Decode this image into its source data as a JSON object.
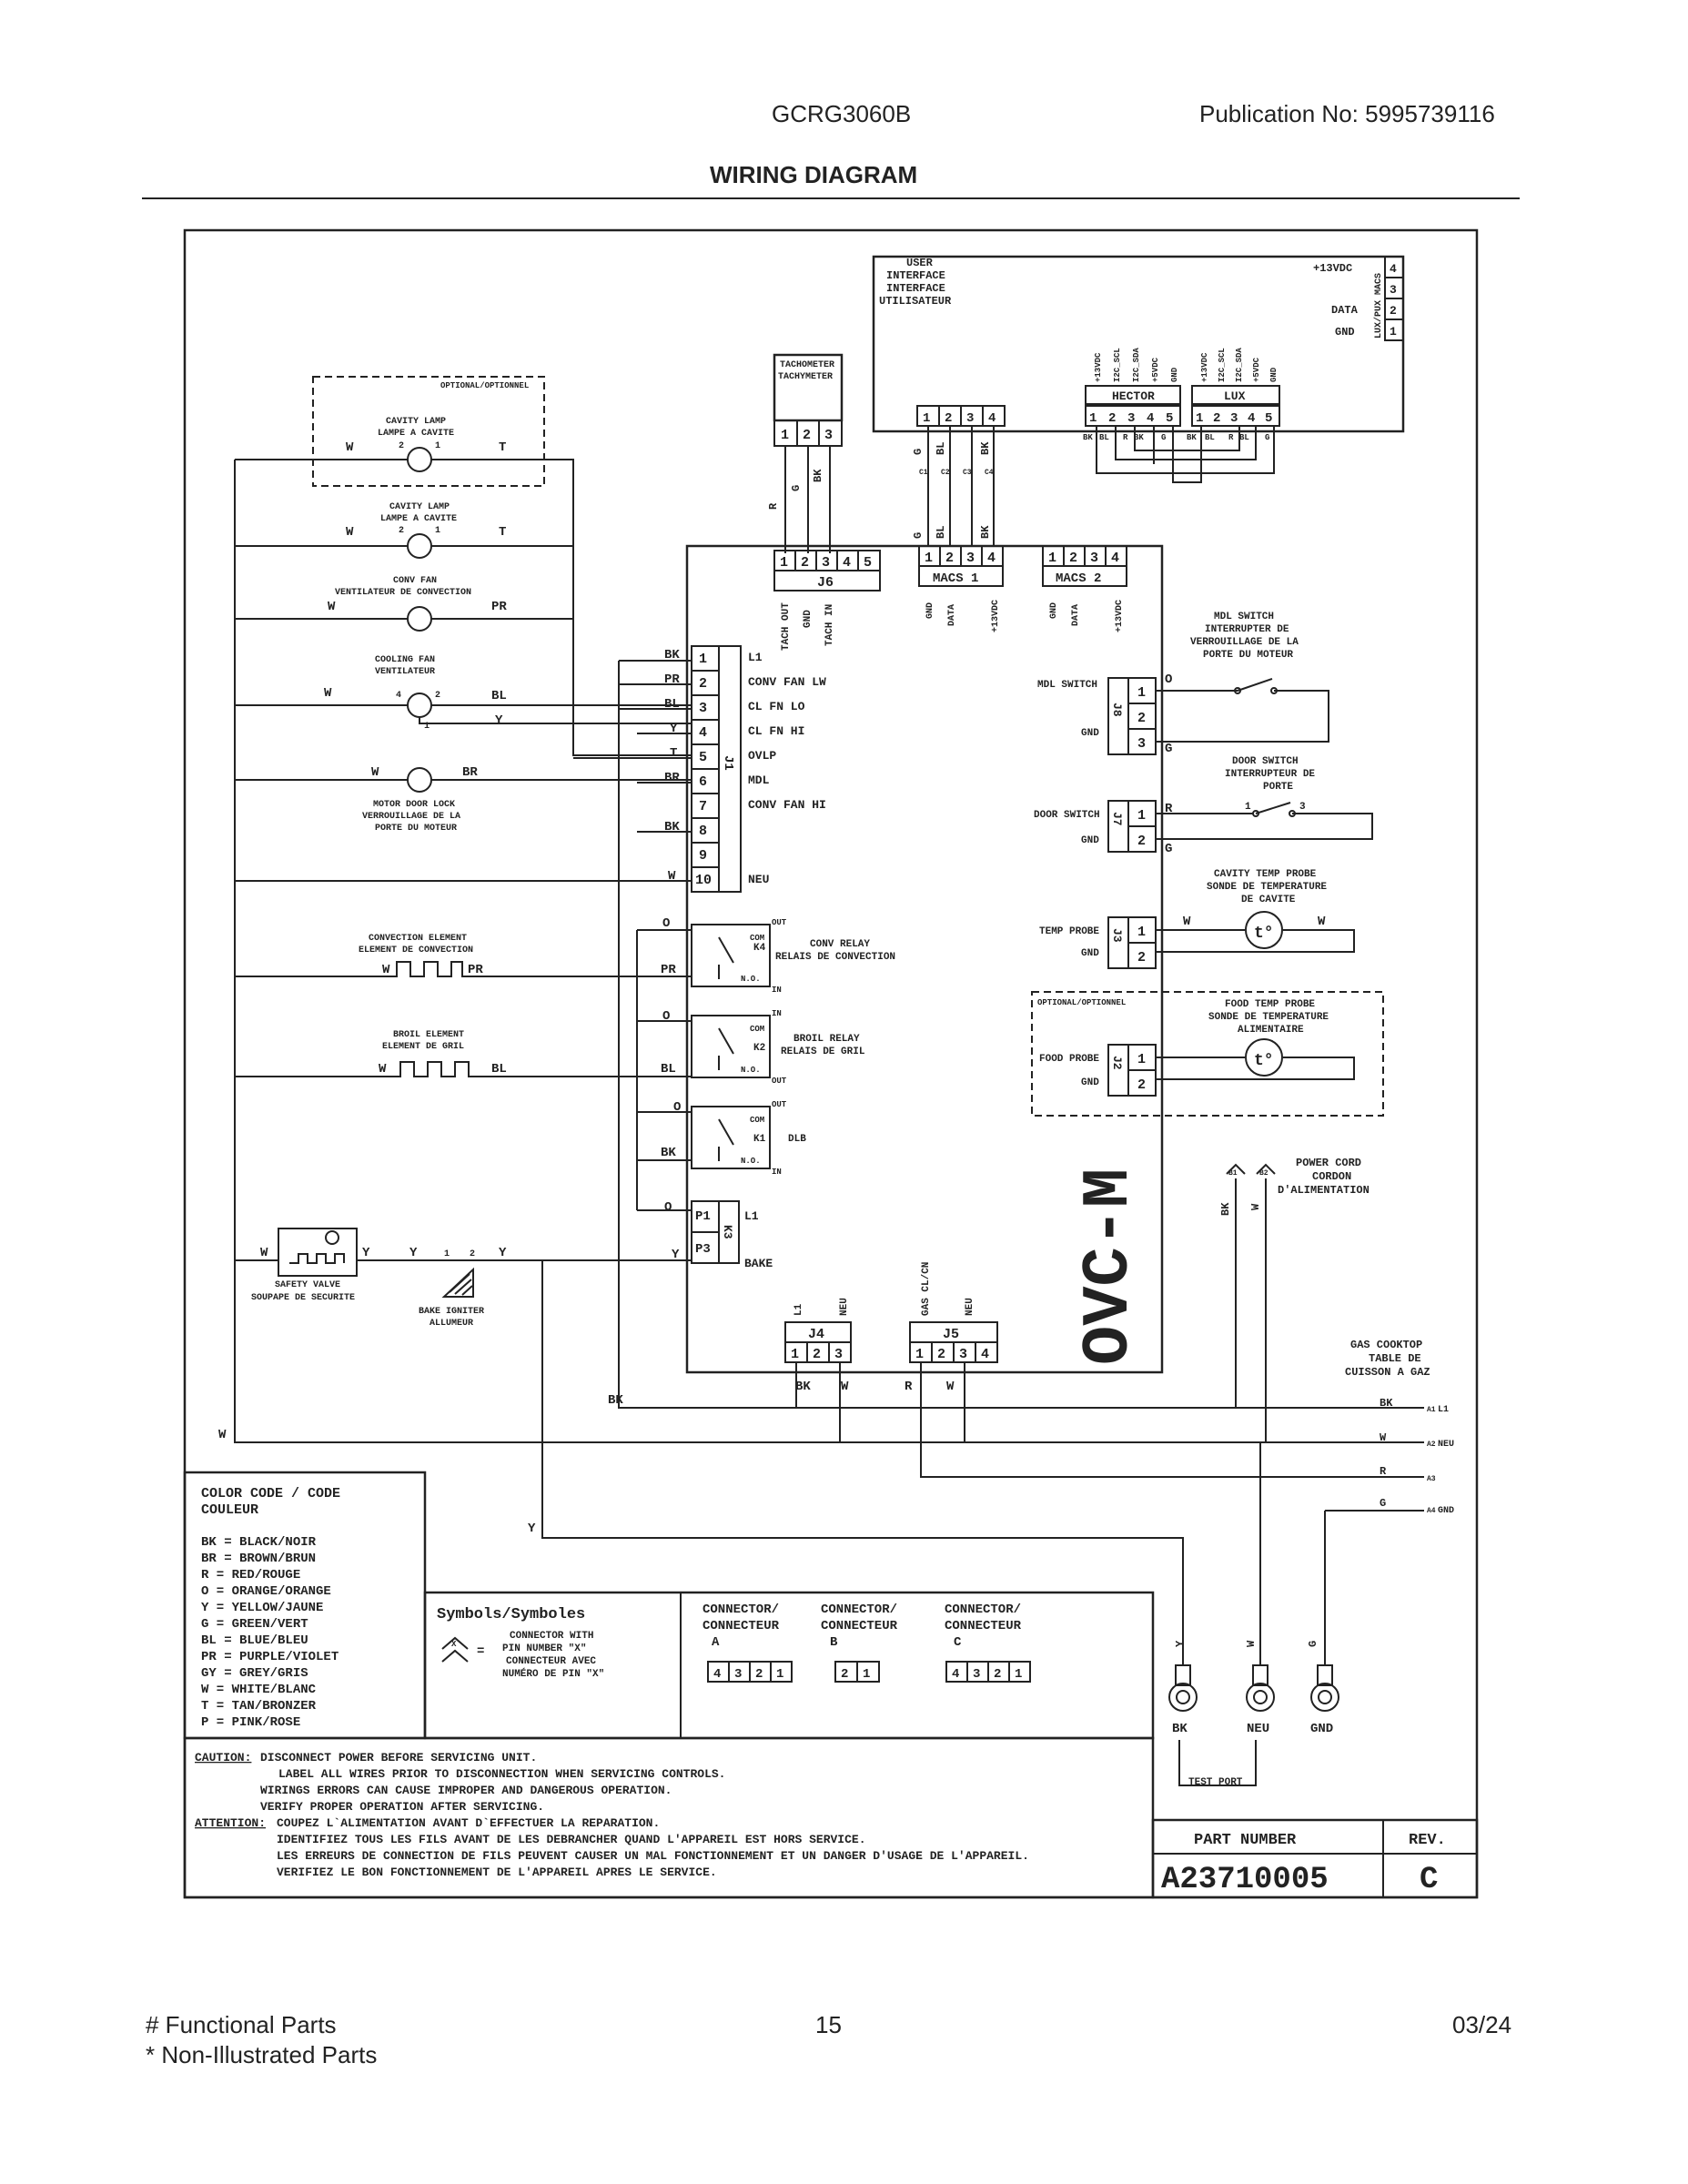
{
  "header": {
    "model": "GCRG3060B",
    "publication_label": "Publication No:",
    "publication_number": "5995739116",
    "title": "WIRING DIAGRAM"
  },
  "footer": {
    "functional_parts": "# Functional Parts",
    "non_illustrated": "* Non-Illustrated Parts",
    "page": "15",
    "date": "03/24"
  },
  "ui_board": {
    "line1": "USER",
    "line2": "INTERFACE",
    "line3": "INTERFACE",
    "line4": "UTILISATEUR",
    "v13": "+13VDC",
    "data": "DATA",
    "gnd": "GND",
    "lux_macs": "LUX/PUX MACS",
    "pins4": [
      "1",
      "2",
      "3",
      "4"
    ],
    "hector": "HECTOR",
    "lux": "LUX",
    "hector_sig": [
      "+13VDC",
      "I2C_SCL",
      "I2C_SDA",
      "+5VDC",
      "GND"
    ],
    "pins5": [
      "1",
      "2",
      "3",
      "4",
      "5"
    ],
    "hector_wires": [
      "BK",
      "BL",
      "R",
      "BK",
      "G"
    ],
    "lux_wires": [
      "BK",
      "BL",
      "R",
      "BL",
      "G"
    ],
    "ui_wires": [
      "G",
      "BL",
      "BK"
    ],
    "conn_c": [
      "C1",
      "C2",
      "C3",
      "C4"
    ]
  },
  "tach": {
    "line1": "TACHOMETER",
    "line2": "TACHYMETER",
    "pins": [
      "1",
      "2",
      "3"
    ],
    "wires": [
      "R",
      "G",
      "BK"
    ]
  },
  "optional": "OPTIONAL/OPTIONNEL",
  "cavity_lamp": {
    "line1": "CAVITY LAMP",
    "line2": "LAMPE A CAVITE",
    "wire_w": "W",
    "wire_t": "T",
    "pin2": "2",
    "pin1": "1"
  },
  "conv_fan": {
    "line1": "CONV FAN",
    "line2": "VENTILATEUR DE CONVECTION",
    "wire_w": "W",
    "wire_pr": "PR"
  },
  "cooling_fan": {
    "line1": "COOLING FAN",
    "line2": "VENTILATEUR",
    "wire_w": "W",
    "wire_bl": "BL",
    "wire_y": "Y",
    "pin4": "4",
    "pin2": "2",
    "pin1": "1"
  },
  "motor_door_lock": {
    "line1": "MOTOR DOOR LOCK",
    "line2": "VERROUILLAGE DE LA",
    "line3": "PORTE DU MOTEUR",
    "wire_w": "W",
    "wire_br": "BR"
  },
  "conv_element": {
    "line1": "CONVECTION ELEMENT",
    "line2": "ELEMENT DE CONVECTION",
    "wire_w": "W",
    "wire_pr": "PR"
  },
  "broil_element": {
    "line1": "BROIL ELEMENT",
    "line2": "ELEMENT DE GRIL",
    "wire_w": "W",
    "wire_bl": "BL"
  },
  "safety_valve": {
    "line1": "SAFETY VALVE",
    "line2": "SOUPAPE DE SECURITE",
    "wire_w": "W",
    "wire_y": "Y"
  },
  "bake_igniter": {
    "line1": "BAKE IGNITER",
    "line2": "ALLUMEUR",
    "wire_y": "Y",
    "pin1": "1",
    "pin2": "2"
  },
  "j1": {
    "label": "J1",
    "pins": [
      "1",
      "2",
      "3",
      "4",
      "5",
      "6",
      "7",
      "8",
      "9",
      "10"
    ],
    "wires": [
      "BK",
      "PR",
      "BL",
      "Y",
      "T",
      "BR",
      "",
      "BK",
      "",
      "W"
    ],
    "signals": [
      "L1",
      "CONV FAN LW",
      "CL FN LO",
      "CL FN HI",
      "OVLP",
      "MDL",
      "CONV FAN HI",
      "",
      "",
      "NEU"
    ]
  },
  "j6": {
    "label": "J6",
    "pins": [
      "1",
      "2",
      "3",
      "4",
      "5"
    ],
    "signals": [
      "TACH OUT",
      "GND",
      "TACH IN"
    ]
  },
  "macs1": {
    "label": "MACS 1",
    "pins": [
      "1",
      "2",
      "3",
      "4"
    ],
    "signals": [
      "GND",
      "DATA",
      "+13VDC"
    ],
    "wires": [
      "G",
      "BL",
      "BK"
    ]
  },
  "macs2": {
    "label": "MACS 2",
    "pins": [
      "1",
      "2",
      "3",
      "4"
    ],
    "signals": [
      "GND",
      "DATA",
      "+13VDC"
    ]
  },
  "relays": {
    "k4": {
      "label": "K4",
      "line1": "CONV RELAY",
      "line2": "RELAIS DE CONVECTION",
      "wire_in": "O",
      "wire_out": "PR"
    },
    "k2": {
      "label": "K2",
      "line1": "BROIL RELAY",
      "line2": "RELAIS DE GRIL",
      "wire_in": "O",
      "wire_out": "BL"
    },
    "k1": {
      "label": "K1",
      "line1": "DLB",
      "wire_in": "O",
      "wire_out": "BK"
    },
    "com": "COM",
    "no": "N.O.",
    "out": "OUT",
    "in": "IN"
  },
  "k3": {
    "label": "K3",
    "p1": "P1",
    "p3": "P3",
    "l1": "L1",
    "bake": "BAKE",
    "wire_o": "O",
    "wire_y": "Y"
  },
  "ovc": "OVC-M",
  "j8": {
    "label": "J8",
    "pins": [
      "1",
      "2",
      "3"
    ],
    "mdl": "MDL SWITCH",
    "gnd": "GND",
    "wire_o": "O",
    "wire_g": "G"
  },
  "mdl_switch": {
    "line1": "MDL SWITCH",
    "line2": "INTERRUPTER DE",
    "line3": "VERROUILLAGE DE LA",
    "line4": "PORTE DU MOTEUR"
  },
  "j7": {
    "label": "J7",
    "pins": [
      "1",
      "2"
    ],
    "door": "DOOR SWITCH",
    "gnd": "GND",
    "wire_r": "R",
    "wire_g": "G"
  },
  "door_switch": {
    "line1": "DOOR SWITCH",
    "line2": "INTERRUPTEUR DE",
    "line3": "PORTE",
    "pin1": "1",
    "pin3": "3"
  },
  "j3": {
    "label": "J3",
    "pins": [
      "1",
      "2"
    ],
    "temp": "TEMP PROBE",
    "gnd": "GND"
  },
  "cavity_probe": {
    "line1": "CAVITY TEMP PROBE",
    "line2": "SONDE DE TEMPERATURE",
    "line3": "DE CAVITE",
    "wire_w1": "W",
    "wire_w2": "W",
    "symbol": "t°"
  },
  "j2": {
    "label": "J2",
    "pins": [
      "1",
      "2"
    ],
    "food": "FOOD PROBE",
    "gnd": "GND"
  },
  "food_probe": {
    "line1": "FOOD TEMP PROBE",
    "line2": "SONDE DE TEMPERATURE",
    "line3": "ALIMENTAIRE",
    "symbol": "t°"
  },
  "j4": {
    "label": "J4",
    "pins": [
      "1",
      "2",
      "3"
    ],
    "signals": [
      "L1",
      "NEU"
    ],
    "wires": [
      "BK",
      "W"
    ]
  },
  "j5": {
    "label": "J5",
    "pins": [
      "1",
      "2",
      "3",
      "4"
    ],
    "signals": [
      "GAS CL/CN",
      "NEU"
    ],
    "wires": [
      "R",
      "W"
    ]
  },
  "power_cord": {
    "line1": "POWER CORD",
    "line2": "CORDON",
    "line3": "D'ALIMENTATION",
    "wires": [
      "BK",
      "W"
    ],
    "pins": [
      "B1",
      "B2"
    ]
  },
  "gas_cooktop": {
    "line1": "GAS COOKTOP",
    "line2": "TABLE DE",
    "line3": "CUISSON A GAZ",
    "rows": [
      {
        "wire": "BK",
        "pin": "A1",
        "sig": "L1"
      },
      {
        "wire": "W",
        "pin": "A2",
        "sig": "NEU"
      },
      {
        "wire": "R",
        "pin": "A3",
        "sig": ""
      },
      {
        "wire": "G",
        "pin": "A4",
        "sig": "GND"
      }
    ]
  },
  "bus": {
    "bk": "BK",
    "w": "W",
    "y": "Y"
  },
  "test_port": {
    "wires": [
      "Y",
      "W",
      "G"
    ],
    "labels": [
      "BK",
      "NEU",
      "GND"
    ],
    "label": "TEST PORT"
  },
  "color_code": {
    "title1": "COLOR CODE / CODE",
    "title2": "COULEUR",
    "entries": [
      "BK = BLACK/NOIR",
      "BR = BROWN/BRUN",
      "R  = RED/ROUGE",
      "O  = ORANGE/ORANGE",
      "Y  = YELLOW/JAUNE",
      "G  = GREEN/VERT",
      "BL = BLUE/BLEU",
      "PR = PURPLE/VIOLET",
      "GY = GREY/GRIS",
      "W  = WHITE/BLANC",
      "T  = TAN/BRONZER",
      "P  = PINK/ROSE"
    ]
  },
  "symbols": {
    "title": "Symbols/Symboles",
    "line1": "CONNECTOR WITH",
    "line2": "PIN NUMBER \"X\"",
    "line3": "CONNECTEUR AVEC",
    "line4": "NUMÉRO DE PIN \"X\"",
    "eq": "=",
    "x": "X"
  },
  "connectors": [
    {
      "l1": "CONNECTOR/",
      "l2": "CONNECTEUR",
      "id": "A",
      "pins": [
        "4",
        "3",
        "2",
        "1"
      ]
    },
    {
      "l1": "CONNECTOR/",
      "l2": "CONNECTEUR",
      "id": "B",
      "pins": [
        "2",
        "1"
      ]
    },
    {
      "l1": "CONNECTOR/",
      "l2": "CONNECTEUR",
      "id": "C",
      "pins": [
        "4",
        "3",
        "2",
        "1"
      ]
    }
  ],
  "caution": {
    "caution_label": "CAUTION:",
    "c1": "DISCONNECT POWER BEFORE SERVICING UNIT.",
    "c2": "LABEL ALL WIRES PRIOR TO DISCONNECTION WHEN SERVICING CONTROLS.",
    "c3": "WIRINGS ERRORS CAN CAUSE IMPROPER AND DANGEROUS OPERATION.",
    "c4": "VERIFY PROPER OPERATION AFTER SERVICING.",
    "attention_label": "ATTENTION:",
    "a1": "COUPEZ L`ALIMENTATION AVANT D`EFFECTUER LA REPARATION.",
    "a2": "IDENTIFIEZ TOUS LES FILS AVANT DE LES DEBRANCHER QUAND L'APPAREIL EST HORS SERVICE.",
    "a3": "LES ERREURS DE CONNECTION DE FILS PEUVENT CAUSER UN MAL FONCTIONNEMENT ET UN DANGER D'USAGE DE L'APPAREIL.",
    "a4": "VERIFIEZ LE BON FONCTIONNEMENT DE L'APPAREIL APRES LE SERVICE."
  },
  "part": {
    "label": "PART NUMBER",
    "rev_label": "REV.",
    "number": "A23710005",
    "rev": "C"
  }
}
